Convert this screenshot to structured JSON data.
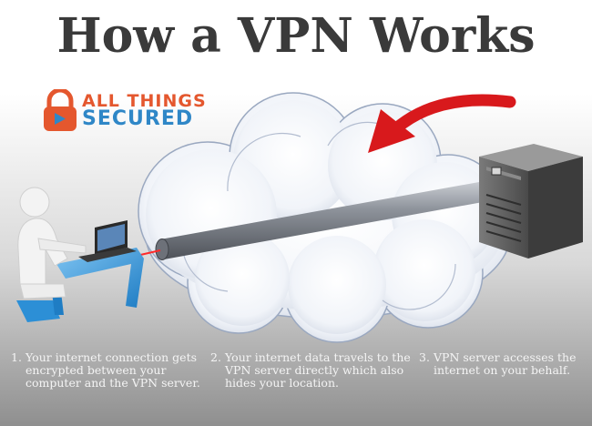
{
  "title": "How a VPN Works",
  "logo": {
    "line1": "ALL THINGS",
    "line2": "SECURED"
  },
  "steps": [
    {
      "number": "1.",
      "text": "Your internet connection gets encrypted between your computer and the VPN server."
    },
    {
      "number": "2.",
      "text": "Your internet data travels to the VPN server directly which also hides your location."
    },
    {
      "number": "3.",
      "text": "VPN server accesses the internet on your behalf."
    }
  ],
  "colors": {
    "title": "#3a3a3a",
    "logo_orange": "#e4572e",
    "logo_blue": "#2f87c7",
    "arrow_red": "#d8191c",
    "laser_red": "#ff2a2a",
    "figure_blue": "#2c8fd6",
    "server_gray": "#5a5a5a",
    "cloud": "#f4f6fa",
    "step_text": "#f4f4f4"
  },
  "icons": [
    "lock-icon",
    "person-at-laptop-icon",
    "server-tower-icon",
    "cloud-icon",
    "curved-arrow-icon"
  ]
}
